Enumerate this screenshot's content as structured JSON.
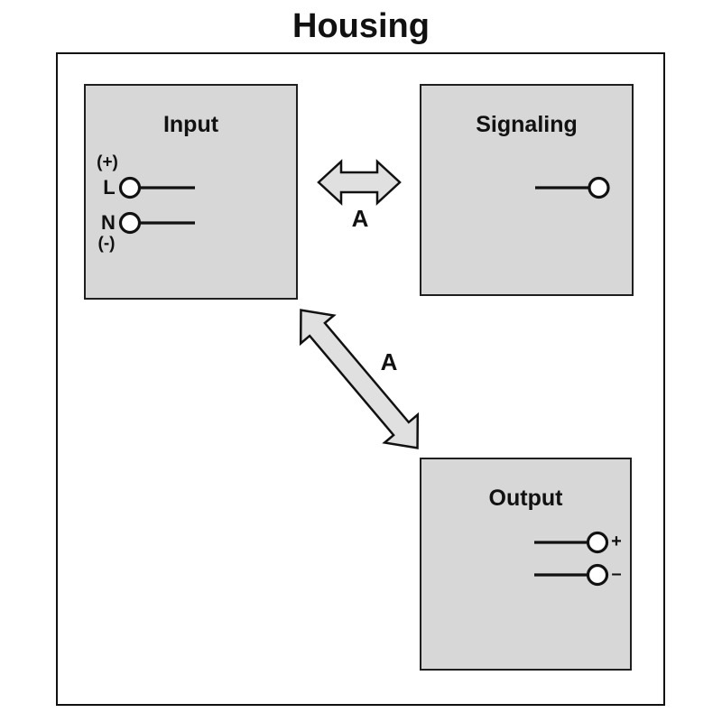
{
  "title": "Housing",
  "colors": {
    "background": "#ffffff",
    "module_fill": "#d7d7d7",
    "arrow_fill": "#e0e0e0",
    "line": "#111111",
    "terminal_fill": "#ffffff"
  },
  "modules": {
    "input": {
      "title": "Input",
      "terminals": {
        "polarity_top": "(+)",
        "line_wire": "L",
        "neutral_wire": "N",
        "polarity_bottom": "(-)"
      }
    },
    "signaling": {
      "title": "Signaling"
    },
    "output": {
      "title": "Output",
      "terminals": {
        "positive": "+",
        "negative": "–"
      }
    }
  },
  "arrows": {
    "input_signaling": {
      "label": "A"
    },
    "input_output": {
      "label": "A"
    }
  }
}
